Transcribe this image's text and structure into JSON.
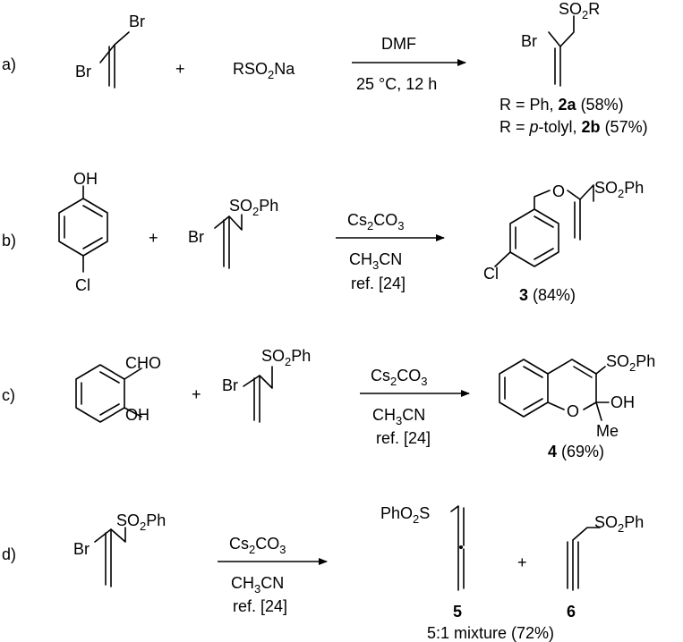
{
  "scheme": {
    "a": {
      "label": "a)",
      "reagent1_br_top": "Br",
      "reagent1_br_left": "Br",
      "plus": "+",
      "reagent2": [
        "RSO",
        "2",
        "Na"
      ],
      "cond_above": "DMF",
      "cond_below": "25 °C, 12 h",
      "product_br": "Br",
      "product_group": [
        "SO",
        "2",
        "R"
      ],
      "yield1": {
        "prefix": "R = Ph, ",
        "compound": "2a",
        "yield": " (58%)"
      },
      "yield2": {
        "prefix": "R = ",
        "italic": "p",
        "mid": "-tolyl, ",
        "compound": "2b",
        "yield": " (57%)"
      }
    },
    "b": {
      "label": "b)",
      "oh": "OH",
      "cl": "Cl",
      "plus": "+",
      "reagent_br": "Br",
      "reagent_group": [
        "SO",
        "2",
        "Ph"
      ],
      "cond1": [
        "Cs",
        "2",
        "CO",
        "3"
      ],
      "cond2": [
        "CH",
        "3",
        "CN"
      ],
      "cond3": "ref. [24]",
      "product_o": "O",
      "product_cl": "Cl",
      "product_group": [
        "SO",
        "2",
        "Ph"
      ],
      "product_compound": "3",
      "product_yield": " (84%)"
    },
    "c": {
      "label": "c)",
      "cho": "CHO",
      "oh": "OH",
      "plus": "+",
      "reagent_br": "Br",
      "reagent_group": [
        "SO",
        "2",
        "Ph"
      ],
      "cond1": [
        "Cs",
        "2",
        "CO",
        "3"
      ],
      "cond2": [
        "CH",
        "3",
        "CN"
      ],
      "cond3": "ref. [24]",
      "product_group": [
        "SO",
        "2",
        "Ph"
      ],
      "product_o": "O",
      "product_oh": "OH",
      "product_me": "Me",
      "product_compound": "4",
      "product_yield": " (69%)"
    },
    "d": {
      "label": "d)",
      "reagent_br": "Br",
      "reagent_group": [
        "SO",
        "2",
        "Ph"
      ],
      "cond1": [
        "Cs",
        "2",
        "CO",
        "3"
      ],
      "cond2": [
        "CH",
        "3",
        "CN"
      ],
      "cond3": "ref. [24]",
      "allene_group": [
        "PhO",
        "2",
        "S"
      ],
      "plus": "+",
      "alkyne_group": [
        "SO",
        "2",
        "Ph"
      ],
      "compound5": "5",
      "compound6": "6",
      "mixture": "5:1 mixture (72%)"
    }
  }
}
